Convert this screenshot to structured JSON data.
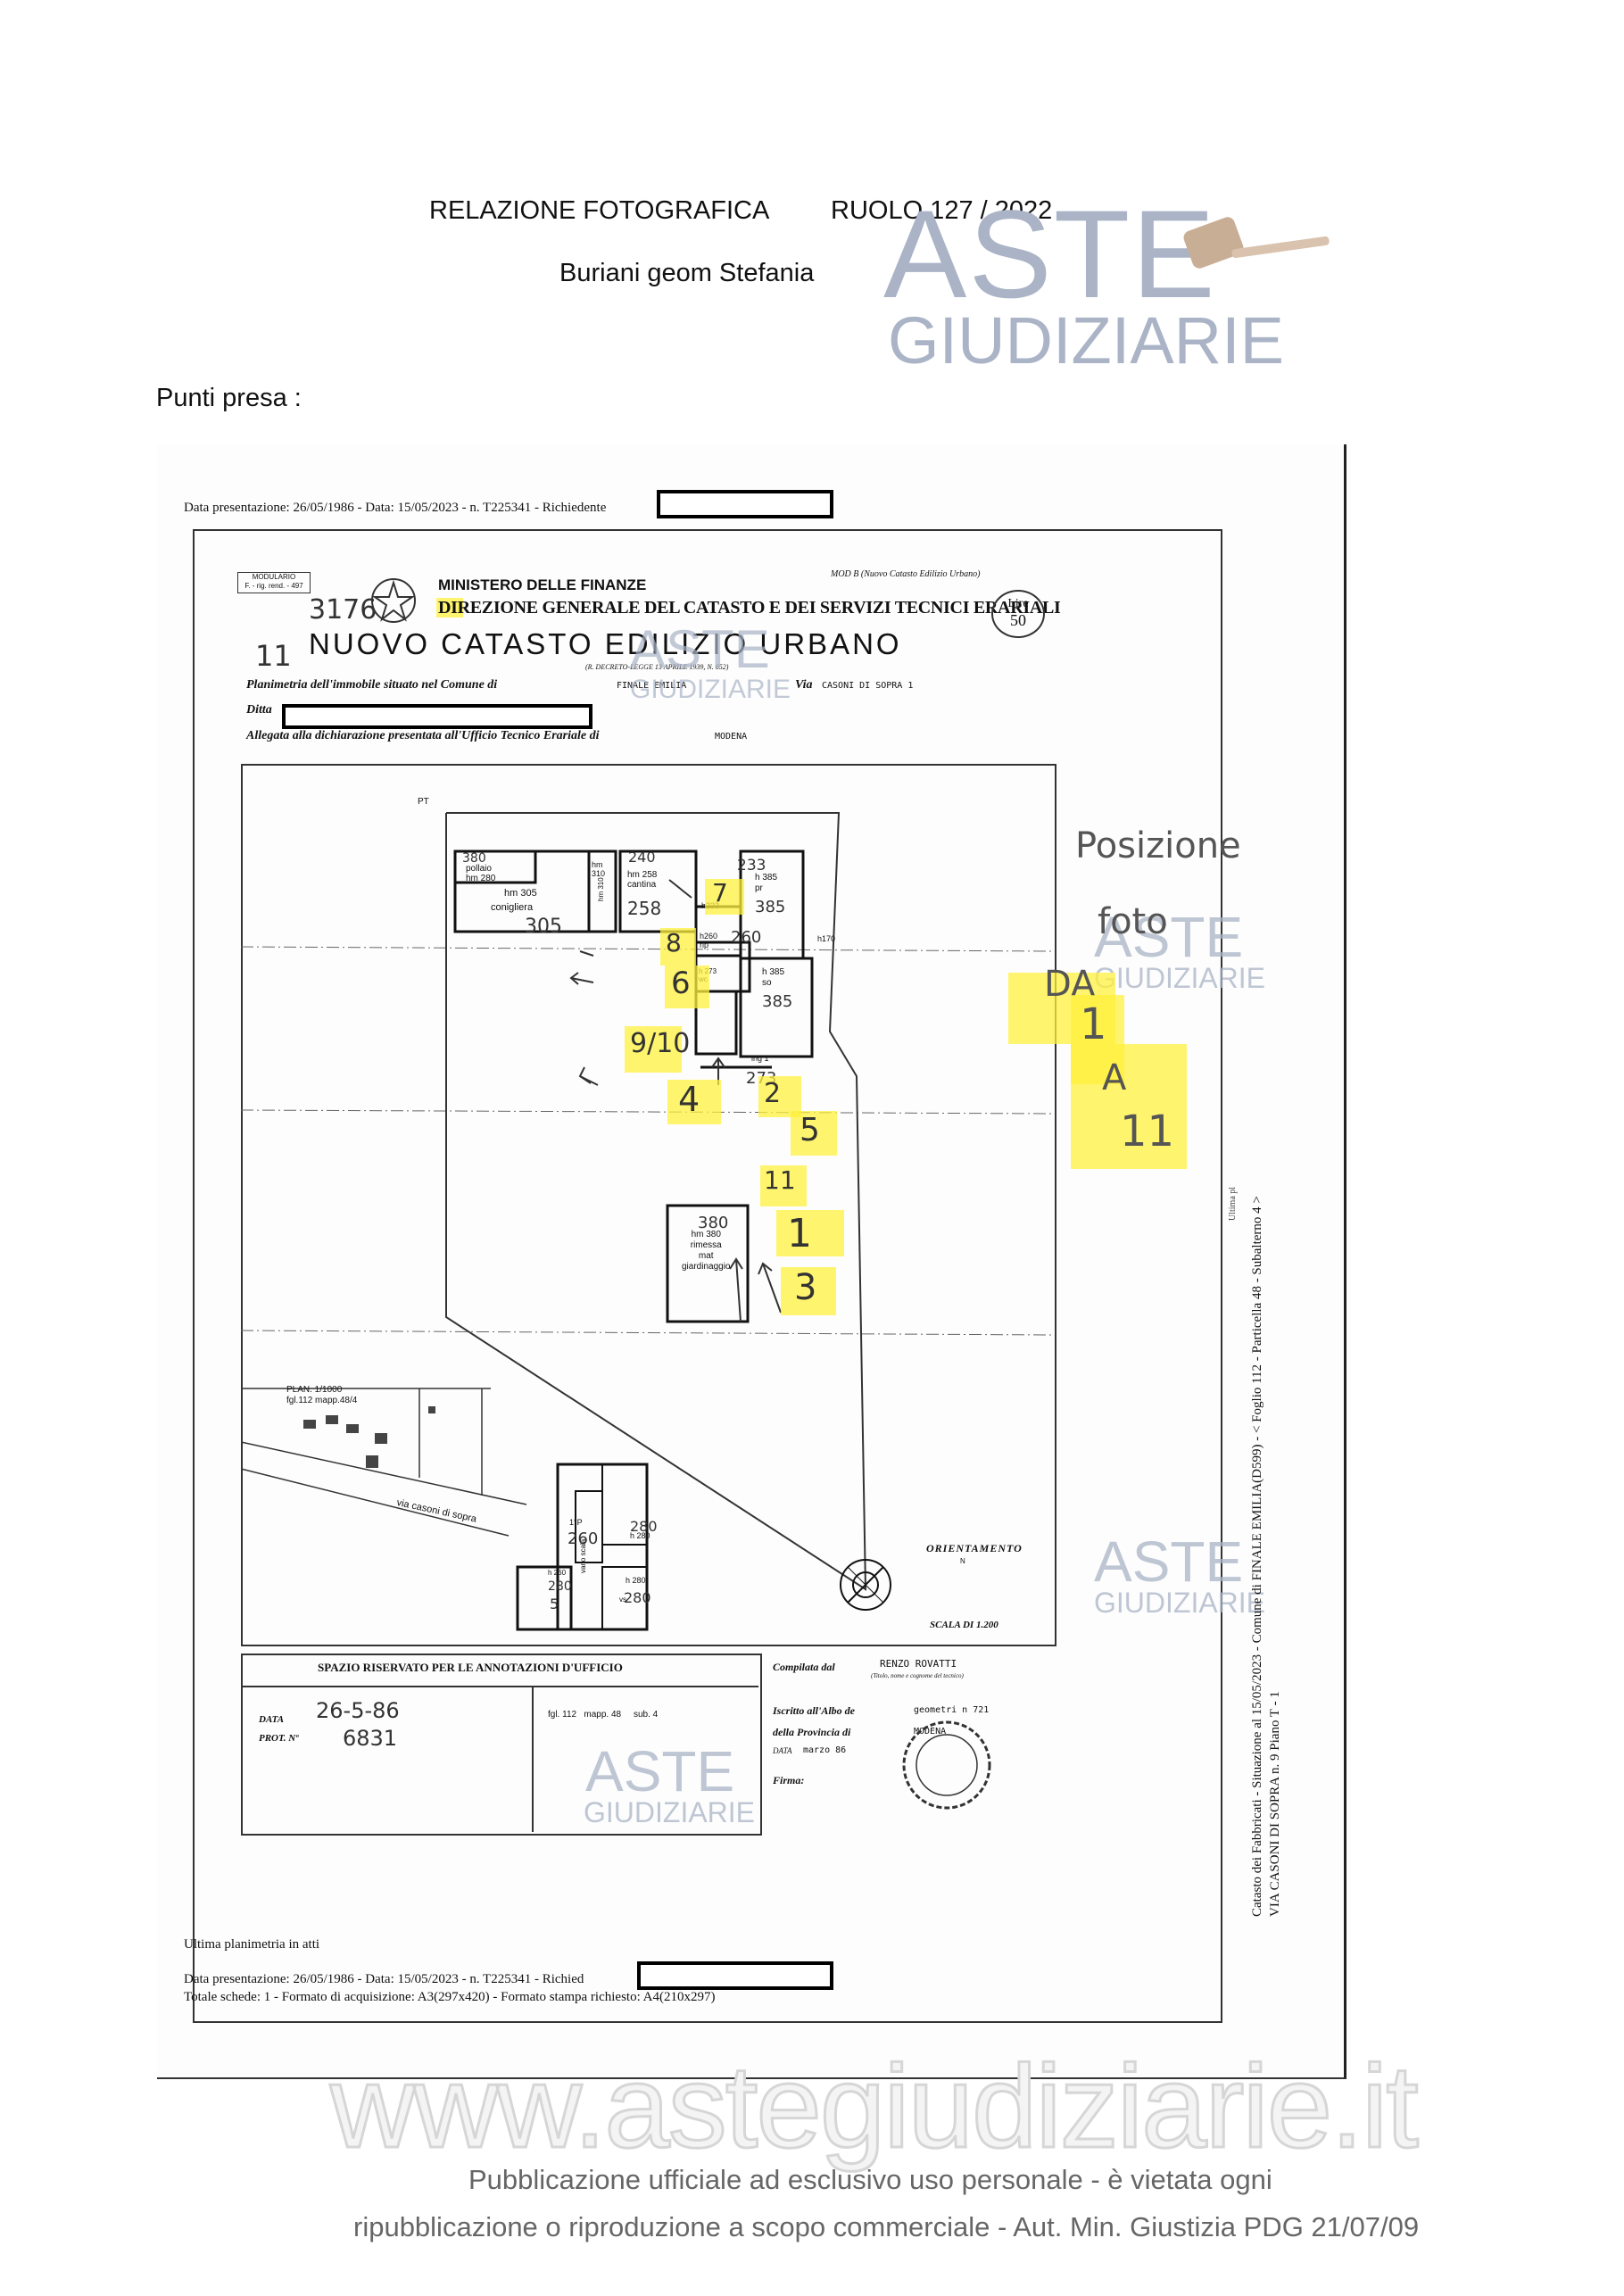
{
  "header": {
    "title": "RELAZIONE FOTOGRAFICA",
    "ruolo": "RUOLO 127 / 2022",
    "author": "Buriani geom Stefania"
  },
  "section_label": "Punti presa :",
  "plan": {
    "top_line": "Data presentazione: 26/05/1986 - Data: 15/05/2023 - n. T225341 - Richiedente",
    "modulario": "MODULARIO",
    "modulario_sub": "F. - rig. rend. - 497",
    "ministry": "MINISTERO DELLE FINANZE",
    "mod_b": "MOD B (Nuovo Catasto Edilizio Urbano)",
    "direzione": "DIREZIONE GENERALE DEL CATASTO E DEI SERVIZI TECNICI ERARIALI",
    "lire": "Lire",
    "lire_value": "50",
    "hand_number_top": "3176",
    "hand_number_left": "11",
    "catasto_title": "NUOVO CATASTO EDILIZIO URBANO",
    "decreto": "(R. DECRETO-LEGGE 13 APRILE 1939, N. 652)",
    "planimetria_label": "Planimetria dell'immobile situato nel Comune di",
    "comune": "FINALE EMILIA",
    "via_label": "Via",
    "via": "CASONI DI SOPRA 1",
    "ditta_label": "Ditta",
    "allegata_label": "Allegata alla dichiarazione presentata all'Ufficio Tecnico Erariale di",
    "ufficio": "MODENA",
    "pt": "PT",
    "rooms": {
      "pollaio": "pollaio",
      "pollaio_h": "hm 280",
      "pollaio_hand": "380",
      "conigliera": "conigliera",
      "conigliera_h": "hm 305",
      "conigliera_hand": "305",
      "hm_small": "hm",
      "h310": "310",
      "h310b": "hm 310",
      "cantina": "cantina",
      "cantina_h": "hm 258",
      "cantina_hand": "258",
      "cantina_hand_top": "240",
      "pr": "pr",
      "pr_h": "h 385",
      "pr_hand": "385",
      "h233": "h233",
      "hand_233": "233",
      "rip": "rip",
      "rip_h": "h260",
      "rip_hand": "260",
      "h170": "h170",
      "wc": "wc",
      "wc_h": "h 273",
      "so": "so",
      "so_h": "h 385",
      "so_hand": "385",
      "ingr": "ing 1",
      "ingr_hand": "273",
      "rimessa": "rimessa",
      "rimessa_h": "hm 380",
      "rimessa_mat": "mat",
      "rimessa_giard": "giardinaggio",
      "rimessa_hand": "380",
      "p1_label": "1°P",
      "p1_hand": "260",
      "p1_room_h": "h 280",
      "p1_room_hand": "280",
      "p1_room_hand2": "280",
      "p1_lower_h": "h 280",
      "p1_vano_h": "h 260",
      "p1_vano_hand": "280",
      "vano_label": "vano scala",
      "vs": "vs",
      "s_hand": "5"
    },
    "plan_scale": "PLAN. 1/1000",
    "fgl_text": "fgl.112 mapp.48/4",
    "street": "via casoni di sopra",
    "orientamento": "ORIENTAMENTO",
    "n_label": "N",
    "scala": "SCALA DI 1.200",
    "spazio": "SPAZIO RISERVATO PER LE ANNOTAZIONI D'UFFICIO",
    "data_label": "DATA",
    "data_hand": "26-5-86",
    "prot_label": "PROT. Nº",
    "prot_hand": "6831",
    "fgl_box": "fgl. 112   mapp. 48     sub. 4",
    "compilata_label": "Compilata dal",
    "compilata_name": "RENZO ROVATTI",
    "compilata_sub": "(Titolo, nome e cognome del tecnico)",
    "iscritto_label": "Iscritto all'Albo de",
    "iscritto_value": "geometri  n 721",
    "provincia_label": "della Provincia di",
    "provincia_value": "MODENA",
    "data2_label": "DATA",
    "data2_value": "marzo 86",
    "firma_label": "Firma:",
    "ultima": "Ultima planimetria in atti",
    "bottom_line1": "Data presentazione: 26/05/1986 - Data: 15/05/2023 - n. T225341 - Richied",
    "bottom_line2": "Totale schede: 1 - Formato di acquisizione: A3(297x420)  - Formato stampa richiesto: A4(210x297)",
    "side_text1": "Catasto dei Fabbricati - Situazione al 15/05/2023 - Comune di FINALE EMILIA(D599) - < Foglio 112 - Particella 48 - Subalterno 4 >",
    "side_text2": "VIA CASONI DI SOPRA n. 9 Piano T - 1",
    "side_small": "Ultima pl"
  },
  "annotations": {
    "margin_line1": "Posizione",
    "margin_line2": "foto",
    "margin_line3": "DA",
    "margin_line4": "1",
    "margin_line5": "A",
    "margin_line6": "11",
    "points": [
      "1",
      "2",
      "3",
      "4",
      "5",
      "6",
      "7",
      "8",
      "9/10",
      "11"
    ]
  },
  "watermark": {
    "aste": "ASTE",
    "giudiziarie": "GIUDIZIARIE",
    "site": "www.astegiudiziarie.it"
  },
  "footer": {
    "line1": "Pubblicazione ufficiale ad esclusivo uso personale - è vietata ogni",
    "line2": "ripubblicazione o riproduzione a scopo commerciale - Aut. Min. Giustizia PDG 21/07/09"
  },
  "colors": {
    "highlight": "#fff03c",
    "watermark": "#aab4c6",
    "ink": "#111111"
  }
}
